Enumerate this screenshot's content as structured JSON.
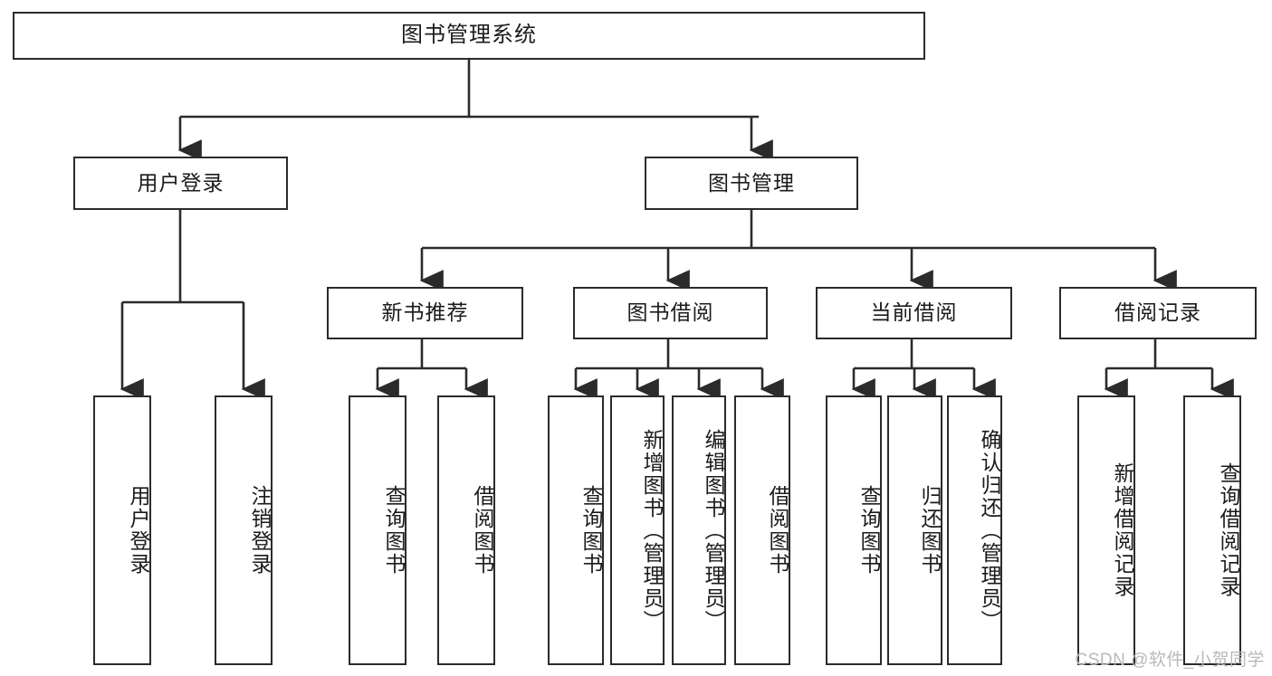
{
  "diagram": {
    "type": "tree-hierarchy",
    "title": "图书管理系统",
    "watermark": "CSDN @软件_小贺同学",
    "colors": {
      "stroke": "#2b2b2b",
      "fill": "#ffffff",
      "text": "#1b1b1b",
      "watermark": "#b9b9b9"
    },
    "nodes": {
      "root": {
        "label": "图书管理系统"
      },
      "level2": [
        {
          "id": "user-login",
          "label": "用户登录"
        },
        {
          "id": "book-manage",
          "label": "图书管理"
        }
      ],
      "level3": [
        {
          "id": "new-book-recommend",
          "label": "新书推荐"
        },
        {
          "id": "book-borrow",
          "label": "图书借阅"
        },
        {
          "id": "current-borrow",
          "label": "当前借阅"
        },
        {
          "id": "borrow-record",
          "label": "借阅记录"
        }
      ],
      "leaves": {
        "user-login": [
          {
            "id": "leaf-user-login",
            "label": "用户登录"
          },
          {
            "id": "leaf-logout-login",
            "label": "注销登录"
          }
        ],
        "new-book-recommend": [
          {
            "id": "leaf-query-book-1",
            "label": "查询图书"
          },
          {
            "id": "leaf-borrow-book-1",
            "label": "借阅图书"
          }
        ],
        "book-borrow": [
          {
            "id": "leaf-query-book-2",
            "label": "查询图书"
          },
          {
            "id": "leaf-add-book",
            "label": "新增图书（管理员）"
          },
          {
            "id": "leaf-edit-book",
            "label": "编辑图书（管理员）"
          },
          {
            "id": "leaf-borrow-book-2",
            "label": "借阅图书"
          }
        ],
        "current-borrow": [
          {
            "id": "leaf-query-book-3",
            "label": "查询图书"
          },
          {
            "id": "leaf-return-book",
            "label": "归还图书"
          },
          {
            "id": "leaf-confirm-return",
            "label": "确认归还（管理员）"
          }
        ],
        "borrow-record": [
          {
            "id": "leaf-add-record",
            "label": "新增借阅记录"
          },
          {
            "id": "leaf-query-record",
            "label": "查询借阅记录"
          }
        ]
      }
    }
  }
}
